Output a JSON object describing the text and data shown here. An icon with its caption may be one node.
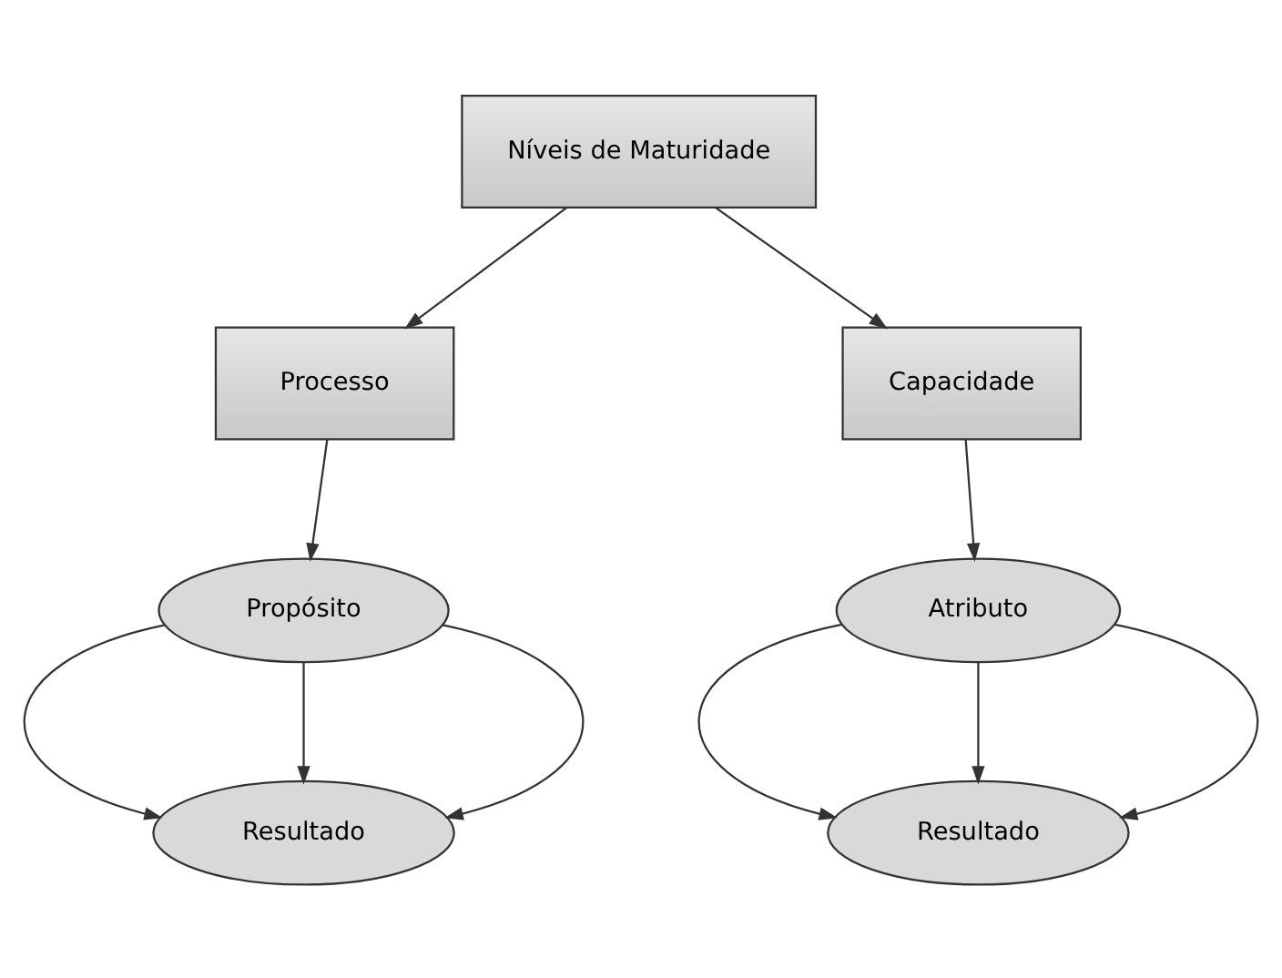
{
  "diagram": {
    "nodes": [
      {
        "text": [
          "Níveis de Maturidade"
        ]
      },
      {
        "text": [
          "Processo"
        ]
      },
      {
        "text": [
          "Capacidade"
        ]
      },
      {
        "text": [
          "Propósito"
        ]
      },
      {
        "text": [
          "Atributo"
        ]
      },
      {
        "text": [
          "Resultado"
        ]
      },
      {
        "text": [
          "Resultado"
        ]
      }
    ],
    "edges": [
      {
        "from": 0,
        "to": 1,
        "arrow": "to"
      },
      {
        "from": 0,
        "to": 2,
        "arrow": "to"
      },
      {
        "from": 1,
        "to": 3,
        "arrow": "to"
      },
      {
        "from": 2,
        "to": 4,
        "arrow": "to"
      },
      {
        "from": 3,
        "to": 5,
        "arrow": "to"
      },
      {
        "from": 3,
        "to": 5,
        "arrow": "to"
      },
      {
        "from": 3,
        "to": 5,
        "arrow": "to"
      },
      {
        "from": 4,
        "to": 6,
        "arrow": "to"
      },
      {
        "from": 4,
        "to": 6,
        "arrow": "to"
      },
      {
        "from": 4,
        "to": 6,
        "arrow": "to"
      }
    ]
  }
}
